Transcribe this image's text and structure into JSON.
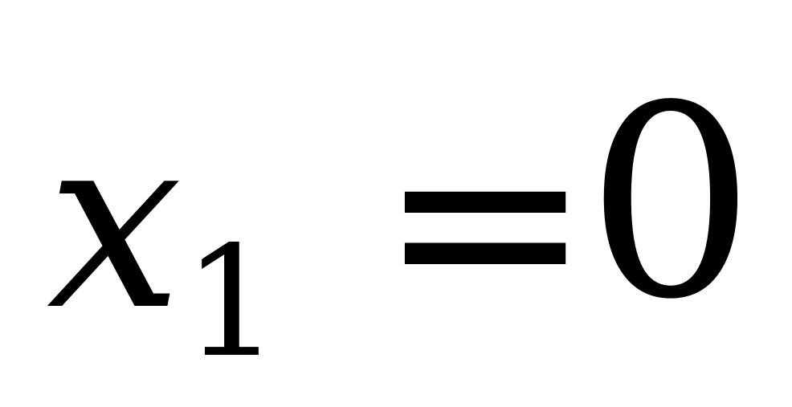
{
  "equation": {
    "variable": "x",
    "subscript": "1",
    "operator": "=",
    "value": "0"
  }
}
